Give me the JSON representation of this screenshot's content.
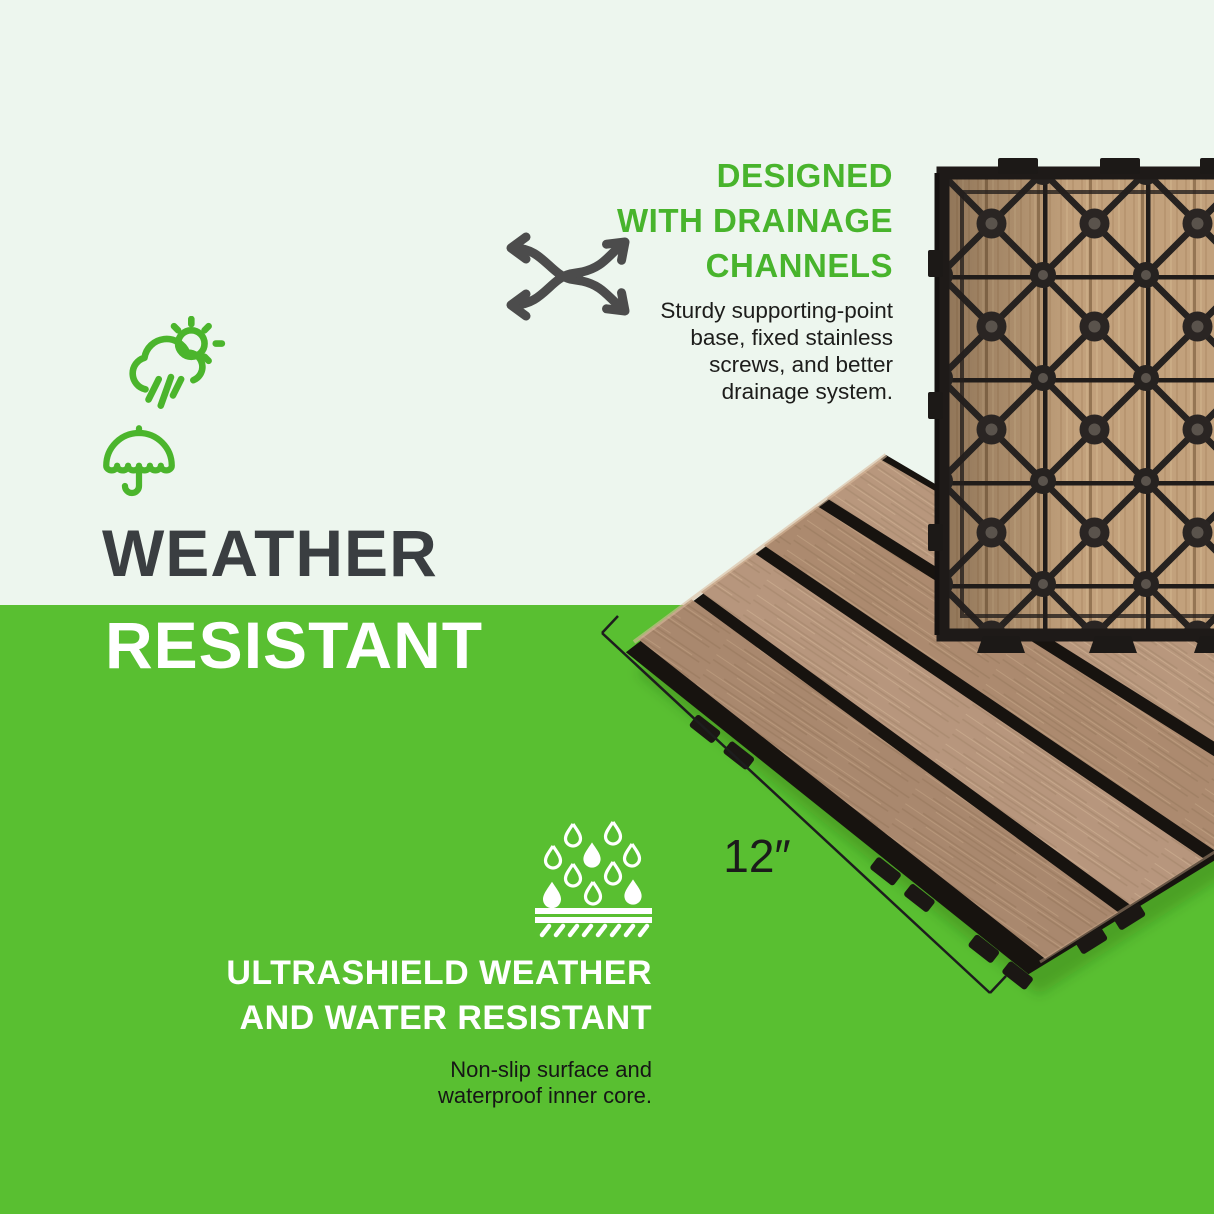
{
  "colors": {
    "background_top": "#edf6ee",
    "background_green": "#59bf31",
    "heading_green": "#48b42c",
    "title_dark": "#3a3e41",
    "text_dark": "#1d1d1b",
    "white": "#ffffff",
    "wood": "#b39176",
    "plastic_dark": "#1e1a18"
  },
  "drainage": {
    "icon": "crossing-arrows-icon",
    "heading_lines": [
      "DESIGNED",
      "WITH DRAINAGE",
      "CHANNELS"
    ],
    "body_lines": [
      "Sturdy supporting-point",
      "base, fixed stainless",
      "screws, and better",
      "drainage system."
    ]
  },
  "title": {
    "line1": "WEATHER",
    "line2": "RESISTANT"
  },
  "weather_icons": {
    "icon1": "cloud-sun-rain-icon",
    "icon2": "umbrella-icon"
  },
  "dimension": {
    "label": "12″"
  },
  "water": {
    "icon": "rain-on-surface-icon",
    "heading_lines": [
      "ULTRASHIELD WEATHER",
      "AND WATER RESISTANT"
    ],
    "body_lines": [
      "Non-slip surface and",
      "waterproof inner core."
    ]
  }
}
